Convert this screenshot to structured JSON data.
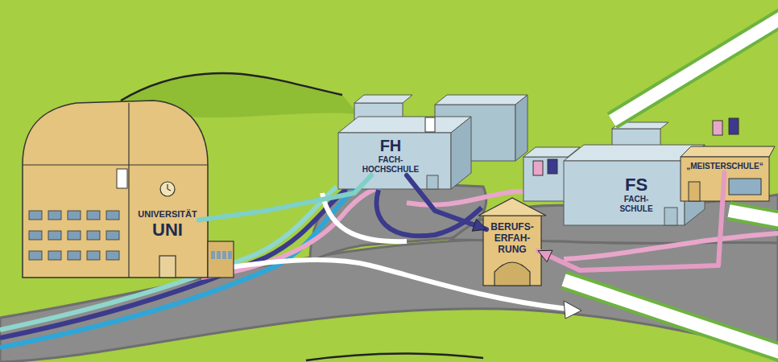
{
  "diagram": {
    "nodes": [
      {
        "text": [
          "UNIVERSITÄT",
          "UNI"
        ]
      },
      {
        "text": [
          "FH",
          "FACH- HOCHSCHULE"
        ]
      },
      {
        "text": [
          "FS",
          "FACH- SCHULE"
        ]
      },
      {
        "text": [
          "„MEISTERSCHULE“"
        ]
      },
      {
        "text": [
          "BERUFS- ERFAH- RUNG"
        ]
      }
    ],
    "edges": [
      {
        "from": 0,
        "to": 1,
        "arrow": "none"
      },
      {
        "from": 1,
        "to": 4,
        "arrow": "to"
      },
      {
        "from": 3,
        "to": 4,
        "arrow": "to"
      }
    ]
  }
}
